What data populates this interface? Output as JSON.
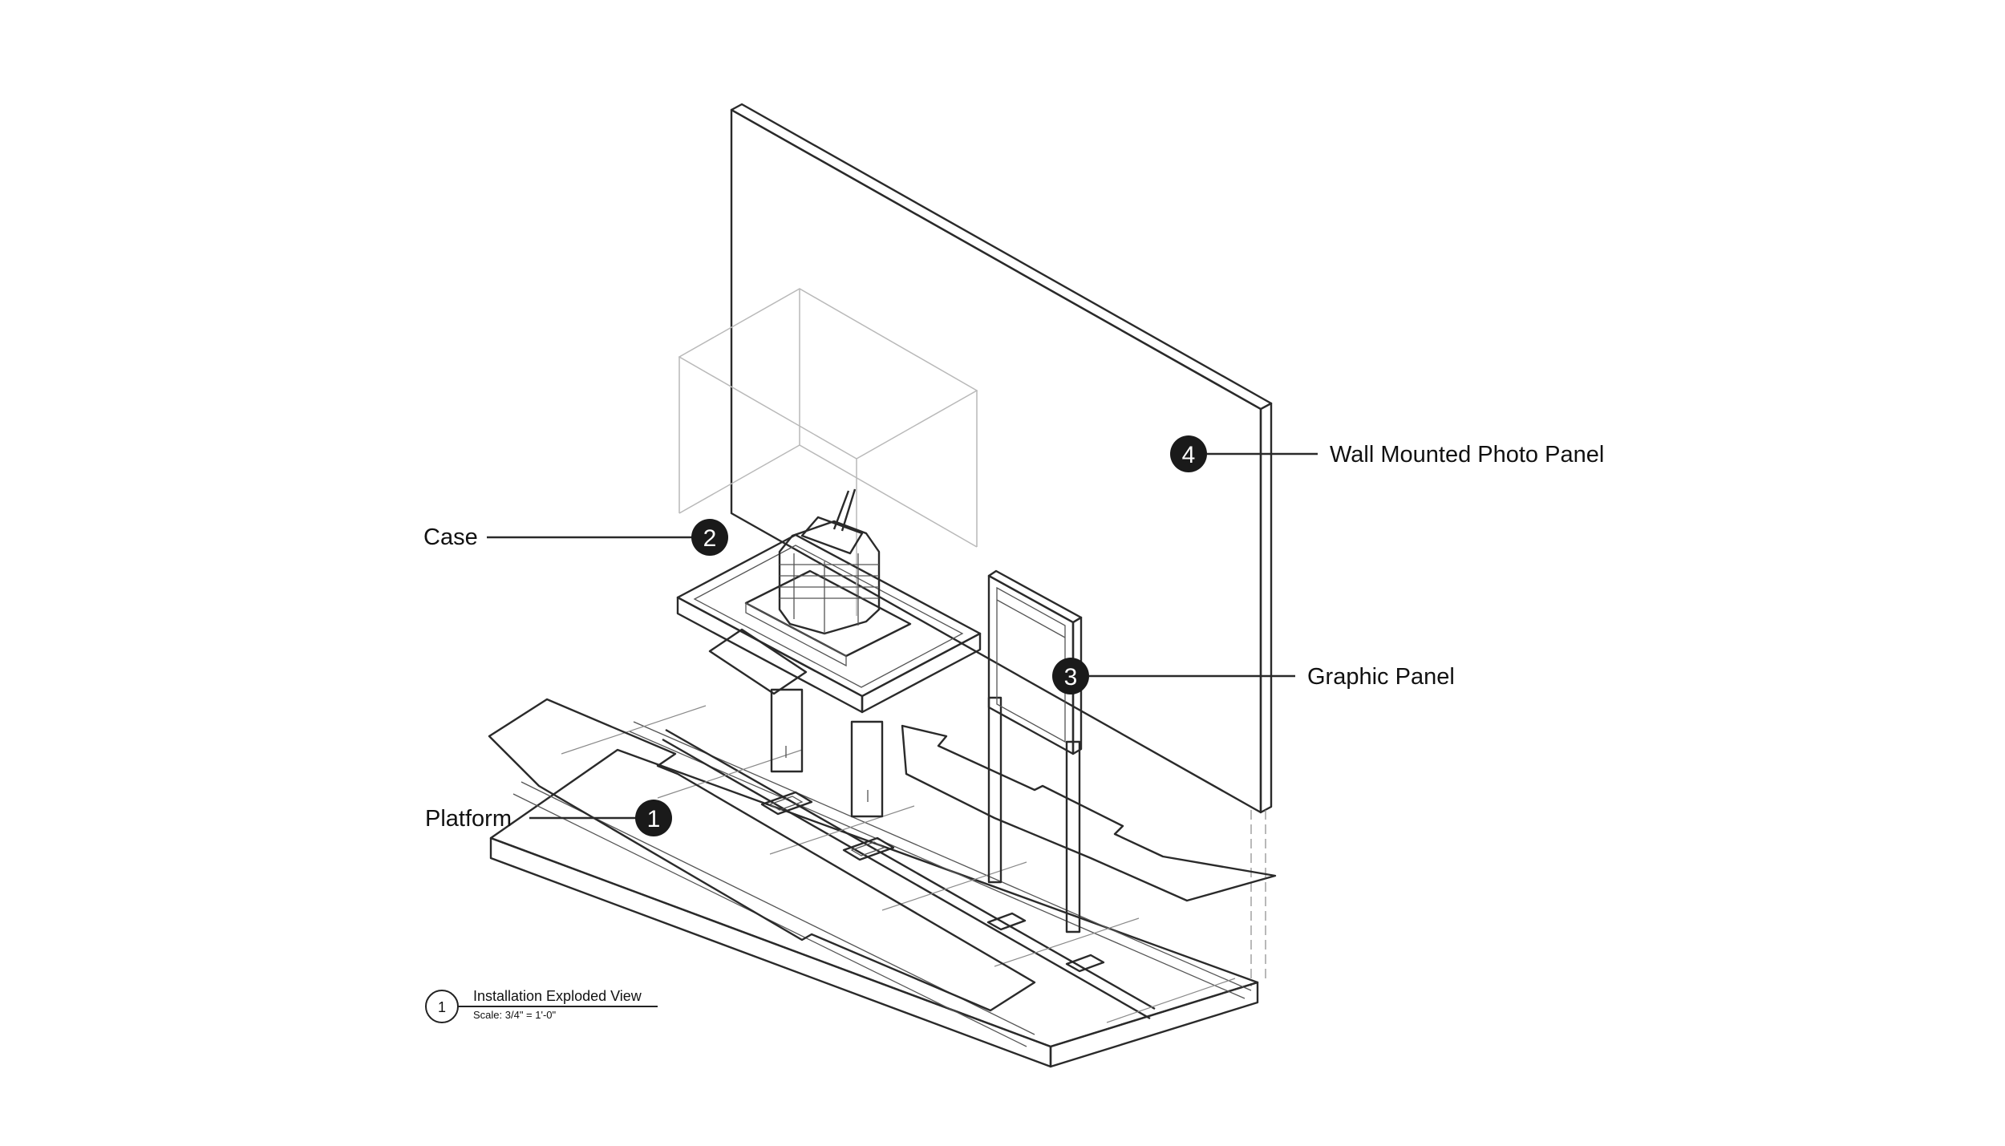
{
  "callouts": [
    {
      "number": "1",
      "label": "Platform"
    },
    {
      "number": "2",
      "label": "Case"
    },
    {
      "number": "3",
      "label": "Graphic Panel"
    },
    {
      "number": "4",
      "label": "Wall Mounted Photo Panel"
    }
  ],
  "title_block": {
    "number": "1",
    "title": "Installation Exploded View",
    "scale": "Scale: 3/4\" = 1'-0\""
  },
  "colors": {
    "ink": "#111111",
    "marker_fill": "#1a1a1a",
    "marker_text": "#ffffff",
    "ghost_line": "#b9b9b9"
  }
}
